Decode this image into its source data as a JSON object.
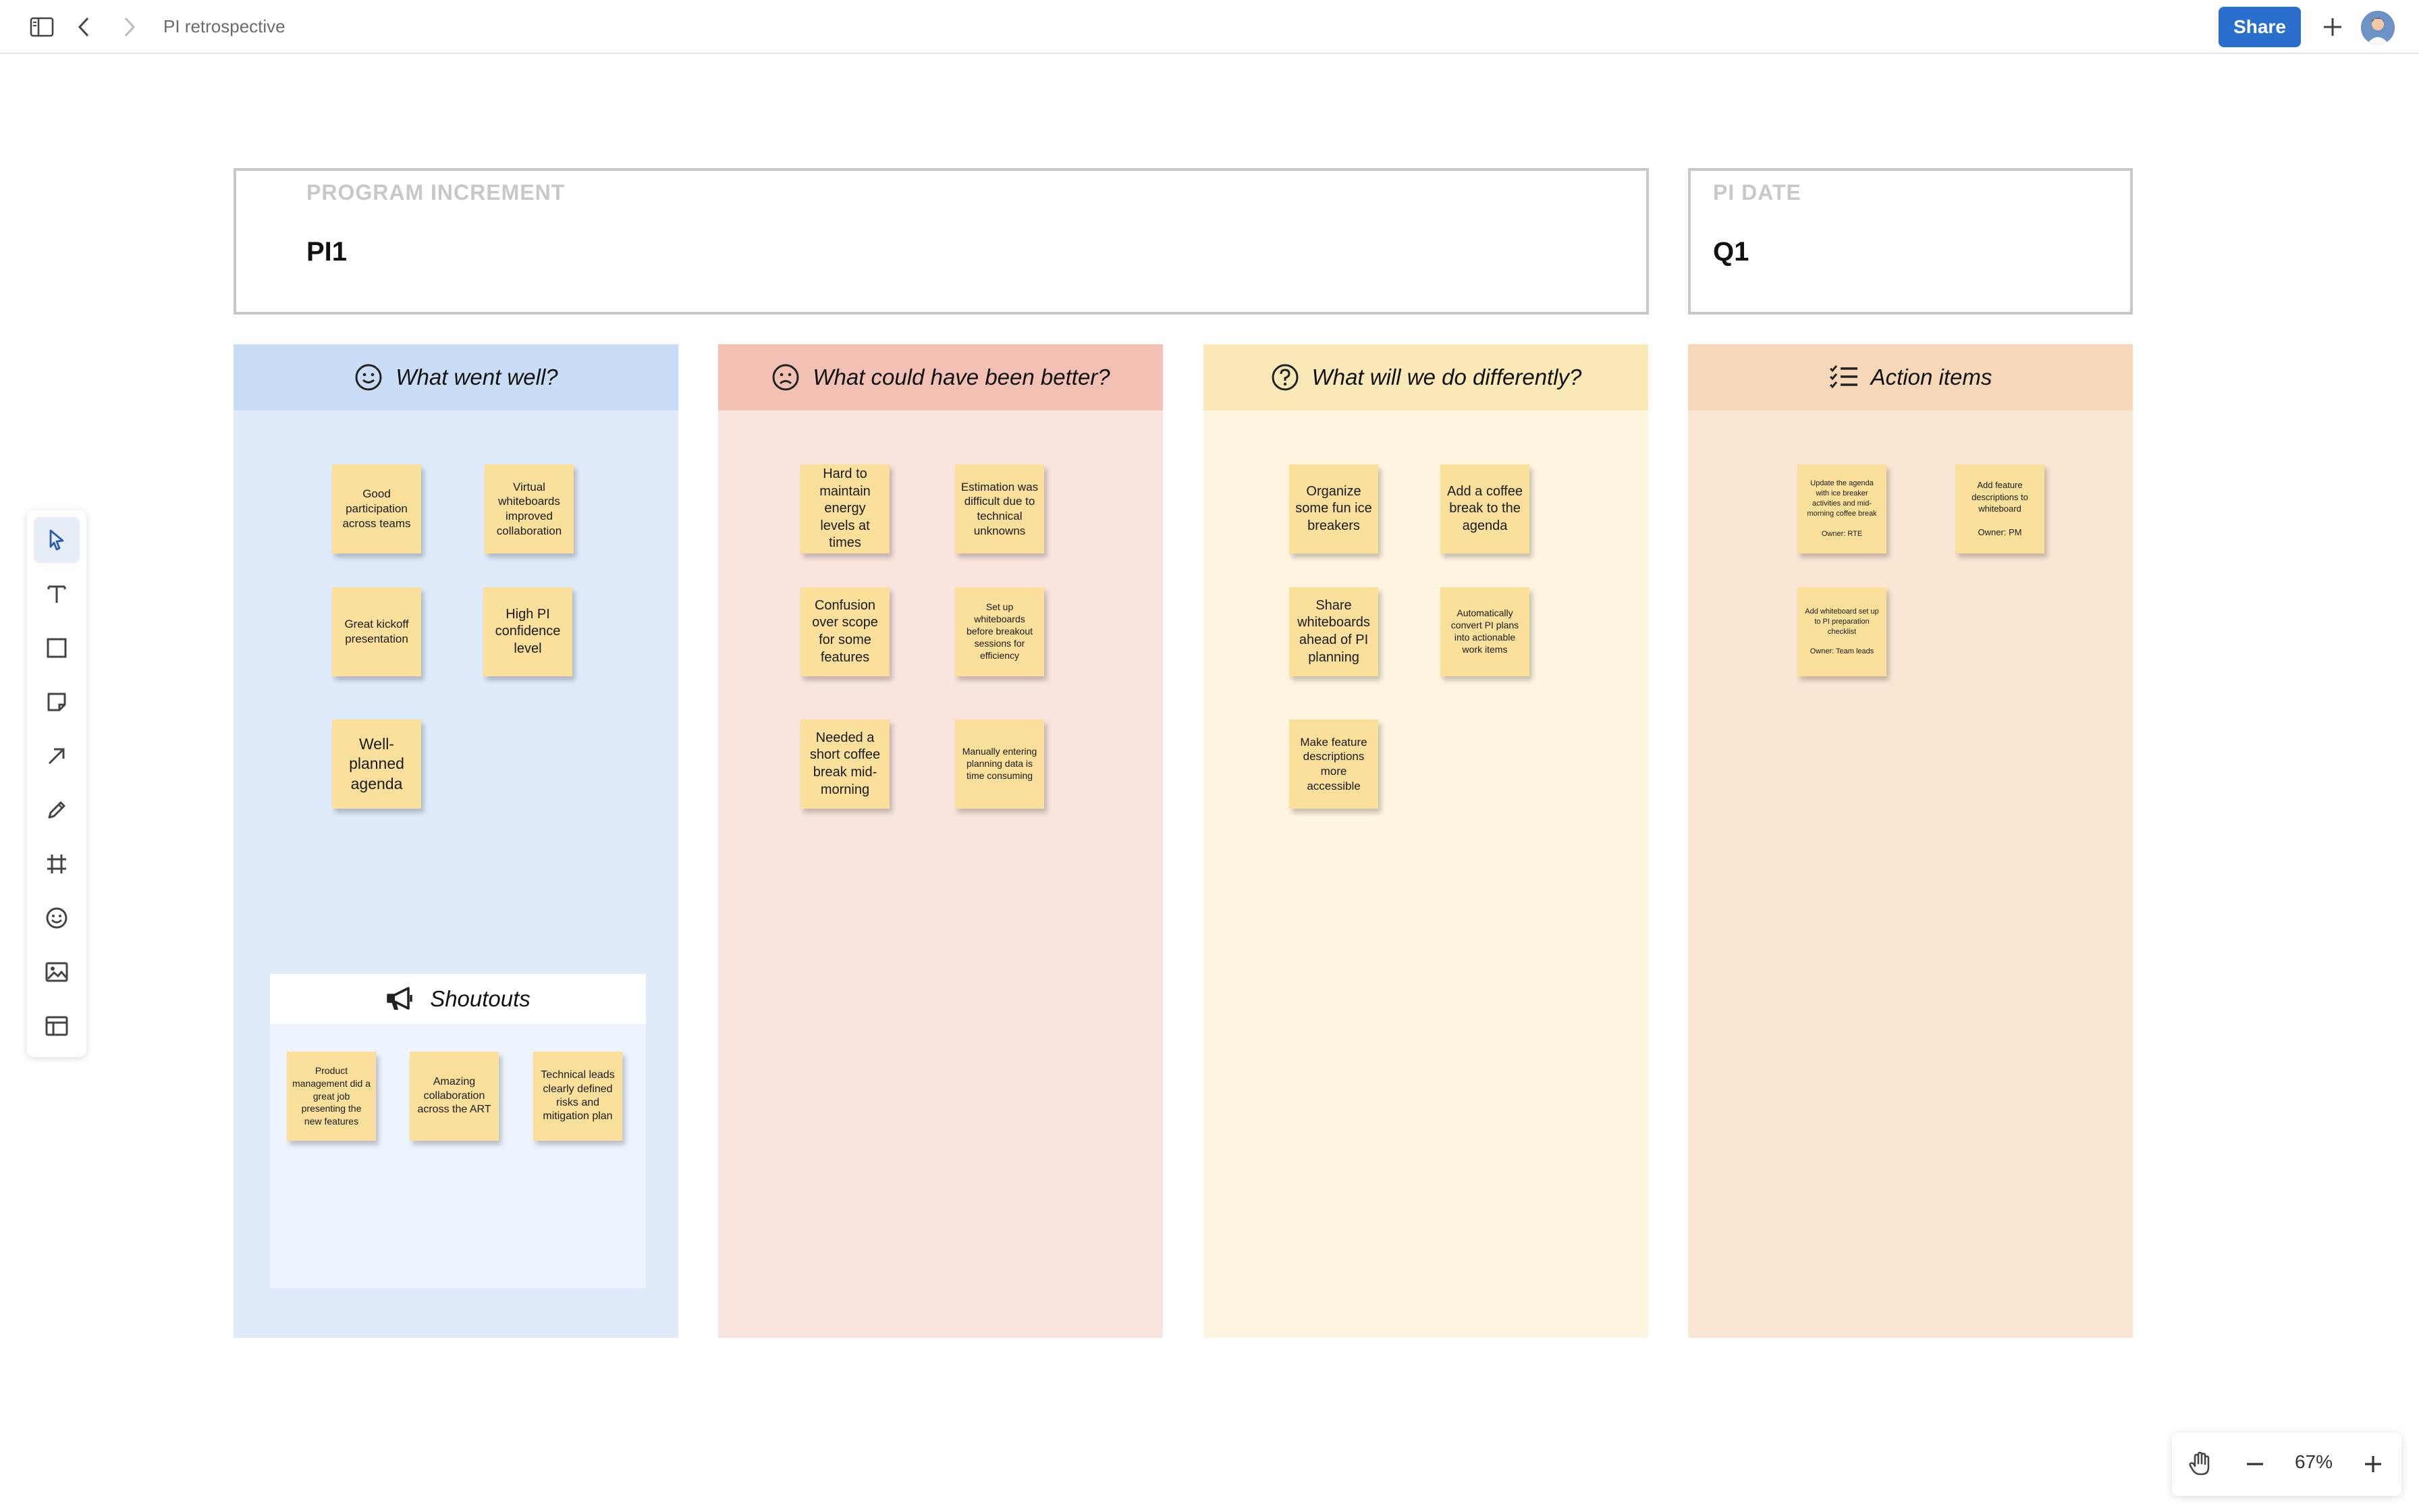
{
  "topbar": {
    "title": "PI retrospective",
    "share_label": "Share",
    "icons": [
      "sidebar-toggle-icon",
      "back-chevron-icon",
      "forward-chevron-icon",
      "plus-icon",
      "avatar"
    ]
  },
  "header": {
    "program_increment": {
      "label": "PROGRAM INCREMENT",
      "value": "PI1"
    },
    "pi_date": {
      "label": "PI DATE",
      "value": "Q1"
    }
  },
  "colors": {
    "blue_head": "#c9ddf6",
    "blue_body": "#dfebfa",
    "red_head": "#f2c1b4",
    "red_body": "#f9e4de",
    "yellow_head": "#fbeab8",
    "yellow_body": "#fdf5df",
    "orange_head": "#f6d8b9",
    "orange_body": "#fae6d3",
    "sticky": "#fbe09b",
    "accent": "#2a6fce"
  },
  "columns": {
    "went_well": {
      "title": "What went well?",
      "icon": "smile-icon",
      "notes": [
        "Good participation across teams",
        "Virtual whiteboards improved collaboration",
        "Great kickoff presentation",
        "High PI confidence level",
        "Well-planned agenda"
      ]
    },
    "better": {
      "title": "What could have been better?",
      "icon": "frown-icon",
      "notes": [
        "Hard to maintain energy levels at times",
        "Estimation was difficult due to technical unknowns",
        "Confusion over scope for some features",
        "Set up whiteboards before breakout sessions for efficiency",
        "Needed a short coffee break mid-morning",
        "Manually entering planning data is time consuming"
      ]
    },
    "differently": {
      "title": "What will we do differently?",
      "icon": "question-icon",
      "notes": [
        "Organize some fun ice breakers",
        "Add a coffee break to the agenda",
        "Share whiteboards ahead of PI planning",
        "Automatically convert PI plans into actionable work items",
        "Make feature descriptions more accessible"
      ]
    },
    "actions": {
      "title": "Action items",
      "icon": "checklist-icon",
      "notes": [
        "Update the agenda with ice breaker activities and mid-morning coffee break\n\nOwner: RTE",
        "Add feature descriptions to whiteboard\n\nOwner: PM",
        "Add whiteboard set up to PI preparation checklist\n\nOwner: Team leads"
      ]
    }
  },
  "shoutouts": {
    "title": "Shoutouts",
    "icon": "megaphone-icon",
    "notes": [
      "Product management did a great job presenting the new features",
      "Amazing collaboration across the ART",
      "Technical leads clearly defined risks and mitigation plan"
    ]
  },
  "toolbar": {
    "tools": [
      "select-tool",
      "text-tool",
      "rectangle-tool",
      "sticky-note-tool",
      "arrow-tool",
      "pen-tool",
      "frame-tool",
      "emoji-tool",
      "image-tool",
      "table-tool"
    ]
  },
  "zoom": {
    "level": "67%"
  }
}
